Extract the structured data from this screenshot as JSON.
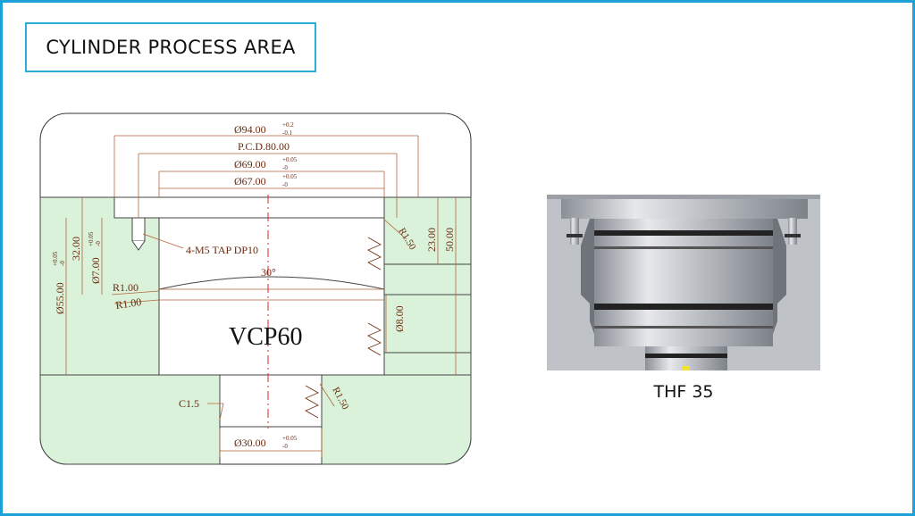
{
  "title": "CYLINDER PROCESS AREA",
  "drawing": {
    "part_label": "VCP60",
    "dims": {
      "d94": "Ø94.00",
      "d94_tol_up": "+0.2",
      "d94_tol_lo": "-0.1",
      "pcd": "P.C.D.80.00",
      "d69": "Ø69.00",
      "d69_tol_up": "+0.05",
      "d69_tol_lo": "-0",
      "d67": "Ø67.00",
      "d67_tol_up": "+0.05",
      "d67_tol_lo": "-0",
      "tap": "4-M5 TAP DP10",
      "r150_top": "R1.50",
      "d23": "23.00",
      "d50": "50.00",
      "angle": "30°",
      "r100_a": "R1.00",
      "r100_b": "R1.00",
      "d55": "Ø55.00",
      "d55_tol_up": "+0.05",
      "d55_tol_lo": "-0",
      "d32": "32.00",
      "d7": "Ø7.00",
      "d7_tol_up": "+0.05",
      "d7_tol_lo": "-0",
      "d8": "Ø8.00",
      "c15": "C1.5",
      "r150_bot": "R1.50",
      "d30": "Ø30.00",
      "d30_tol_up": "+0.05",
      "d30_tol_lo": "-0"
    }
  },
  "photo": {
    "caption": "THF 35"
  },
  "colors": {
    "accent": "#1ea0d8",
    "fill_green": "#d9f2d9",
    "dim_line": "#b5643a",
    "center_line": "#e02020"
  }
}
